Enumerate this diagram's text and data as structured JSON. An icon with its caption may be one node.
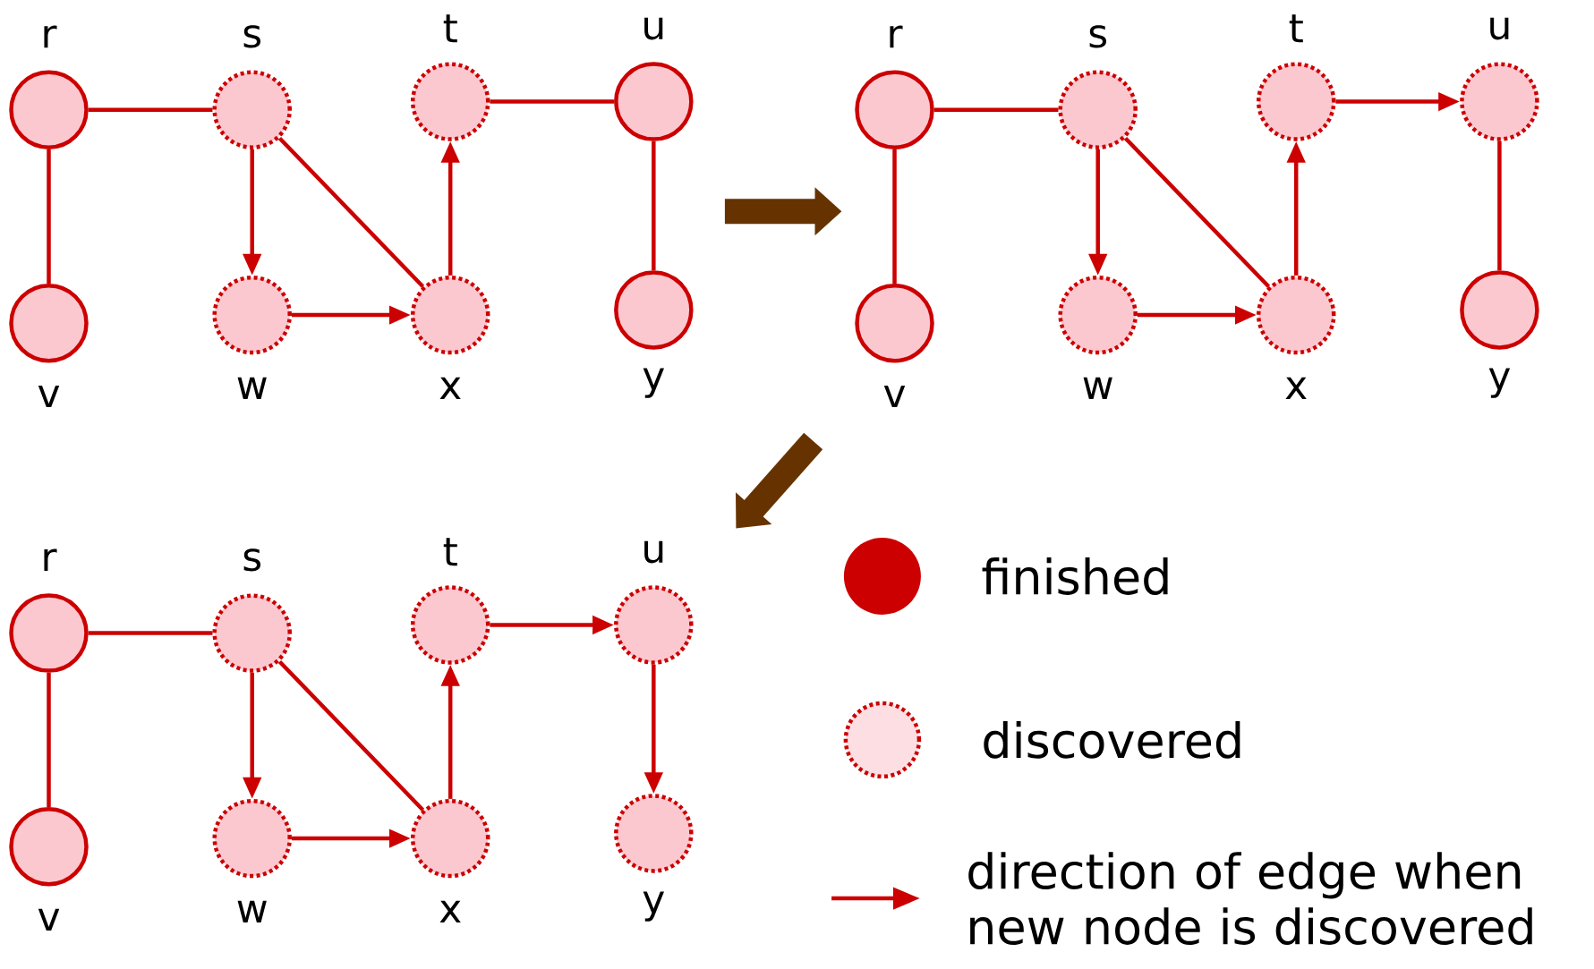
{
  "diagram": {
    "nodes": [
      {
        "text": [],
        "shape": "circle",
        "beside": [
          "r"
        ]
      },
      {
        "text": [],
        "shape": "circle",
        "beside": [
          "s"
        ]
      },
      {
        "text": [],
        "shape": "circle",
        "beside": [
          "t"
        ]
      },
      {
        "text": [],
        "shape": "circle",
        "beside": [
          "u"
        ]
      },
      {
        "text": [],
        "shape": "circle",
        "beside": [
          "v"
        ]
      },
      {
        "text": [],
        "shape": "circle",
        "beside": [
          "w"
        ]
      },
      {
        "text": [],
        "shape": "circle",
        "beside": [
          "x"
        ]
      },
      {
        "text": [],
        "shape": "circle",
        "beside": [
          "y"
        ]
      },
      {
        "text": [],
        "shape": "circle",
        "beside": [
          "r"
        ]
      },
      {
        "text": [],
        "shape": "circle",
        "beside": [
          "s"
        ]
      },
      {
        "text": [],
        "shape": "circle",
        "beside": [
          "t"
        ]
      },
      {
        "text": [],
        "shape": "circle",
        "beside": [
          "u"
        ]
      },
      {
        "text": [],
        "shape": "circle",
        "beside": [
          "v"
        ]
      },
      {
        "text": [],
        "shape": "circle",
        "beside": [
          "w"
        ]
      },
      {
        "text": [],
        "shape": "circle",
        "beside": [
          "x"
        ]
      },
      {
        "text": [],
        "shape": "circle",
        "beside": [
          "y"
        ]
      },
      {
        "text": [],
        "shape": "circle",
        "beside": [
          "r"
        ]
      },
      {
        "text": [],
        "shape": "circle",
        "beside": [
          "s"
        ]
      },
      {
        "text": [],
        "shape": "circle",
        "beside": [
          "t"
        ]
      },
      {
        "text": [],
        "shape": "circle",
        "beside": [
          "u"
        ]
      },
      {
        "text": [],
        "shape": "circle",
        "beside": [
          "v"
        ]
      },
      {
        "text": [],
        "shape": "circle",
        "beside": [
          "w"
        ]
      },
      {
        "text": [],
        "shape": "circle",
        "beside": [
          "x"
        ]
      },
      {
        "text": [],
        "shape": "circle",
        "beside": [
          "y"
        ]
      }
    ],
    "edges": [
      {
        "from": 0,
        "to": 1,
        "arrow": "none"
      },
      {
        "from": 0,
        "to": 4,
        "arrow": "none"
      },
      {
        "from": 1,
        "to": 5,
        "arrow": "to"
      },
      {
        "from": 1,
        "to": 6,
        "arrow": "none"
      },
      {
        "from": 5,
        "to": 6,
        "arrow": "to"
      },
      {
        "from": 6,
        "to": 2,
        "arrow": "to"
      },
      {
        "from": 2,
        "to": 3,
        "arrow": "none"
      },
      {
        "from": 3,
        "to": 7,
        "arrow": "none"
      },
      {
        "from": 8,
        "to": 9,
        "arrow": "none"
      },
      {
        "from": 8,
        "to": 12,
        "arrow": "none"
      },
      {
        "from": 9,
        "to": 13,
        "arrow": "to"
      },
      {
        "from": 9,
        "to": 14,
        "arrow": "none"
      },
      {
        "from": 13,
        "to": 14,
        "arrow": "to"
      },
      {
        "from": 14,
        "to": 10,
        "arrow": "to"
      },
      {
        "from": 10,
        "to": 11,
        "arrow": "to"
      },
      {
        "from": 11,
        "to": 15,
        "arrow": "none"
      },
      {
        "from": 16,
        "to": 17,
        "arrow": "none"
      },
      {
        "from": 16,
        "to": 20,
        "arrow": "none"
      },
      {
        "from": 17,
        "to": 21,
        "arrow": "to"
      },
      {
        "from": 17,
        "to": 22,
        "arrow": "none"
      },
      {
        "from": 21,
        "to": 22,
        "arrow": "to"
      },
      {
        "from": 22,
        "to": 18,
        "arrow": "to"
      },
      {
        "from": 18,
        "to": 19,
        "arrow": "to"
      },
      {
        "from": 19,
        "to": 23,
        "arrow": "to"
      }
    ],
    "legend": [
      {
        "text": "finished",
        "color": "#cc0000"
      },
      {
        "text": "discovered"
      },
      {
        "text": "direction of edge when new node is discovered"
      }
    ]
  }
}
